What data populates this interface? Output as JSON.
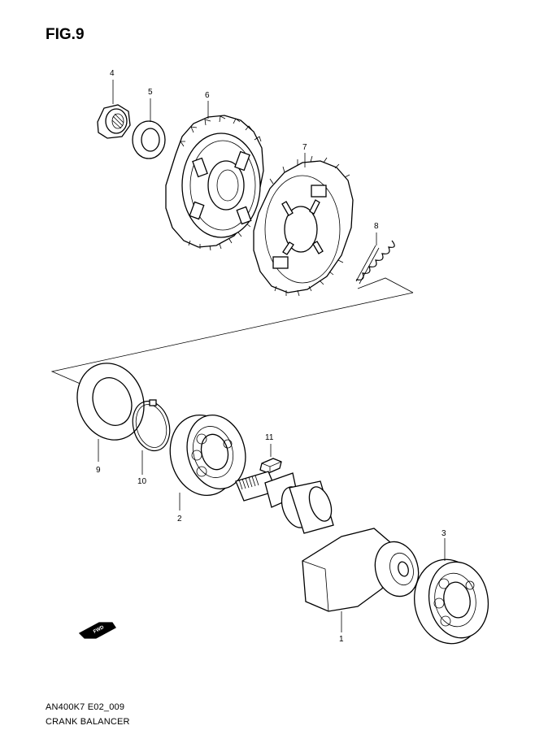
{
  "figure": {
    "title": "FIG.9",
    "code": "AN400K7 E02_009",
    "name": "CRANK BALANCER",
    "fwd_label": "FWD"
  },
  "callouts": [
    {
      "id": "4",
      "label": "4"
    },
    {
      "id": "5",
      "label": "5"
    },
    {
      "id": "6",
      "label": "6"
    },
    {
      "id": "7",
      "label": "7"
    },
    {
      "id": "8",
      "label": "8"
    },
    {
      "id": "9",
      "label": "9"
    },
    {
      "id": "10",
      "label": "10"
    },
    {
      "id": "11",
      "label": "11"
    },
    {
      "id": "2",
      "label": "2"
    },
    {
      "id": "3",
      "label": "3"
    },
    {
      "id": "1",
      "label": "1"
    }
  ]
}
